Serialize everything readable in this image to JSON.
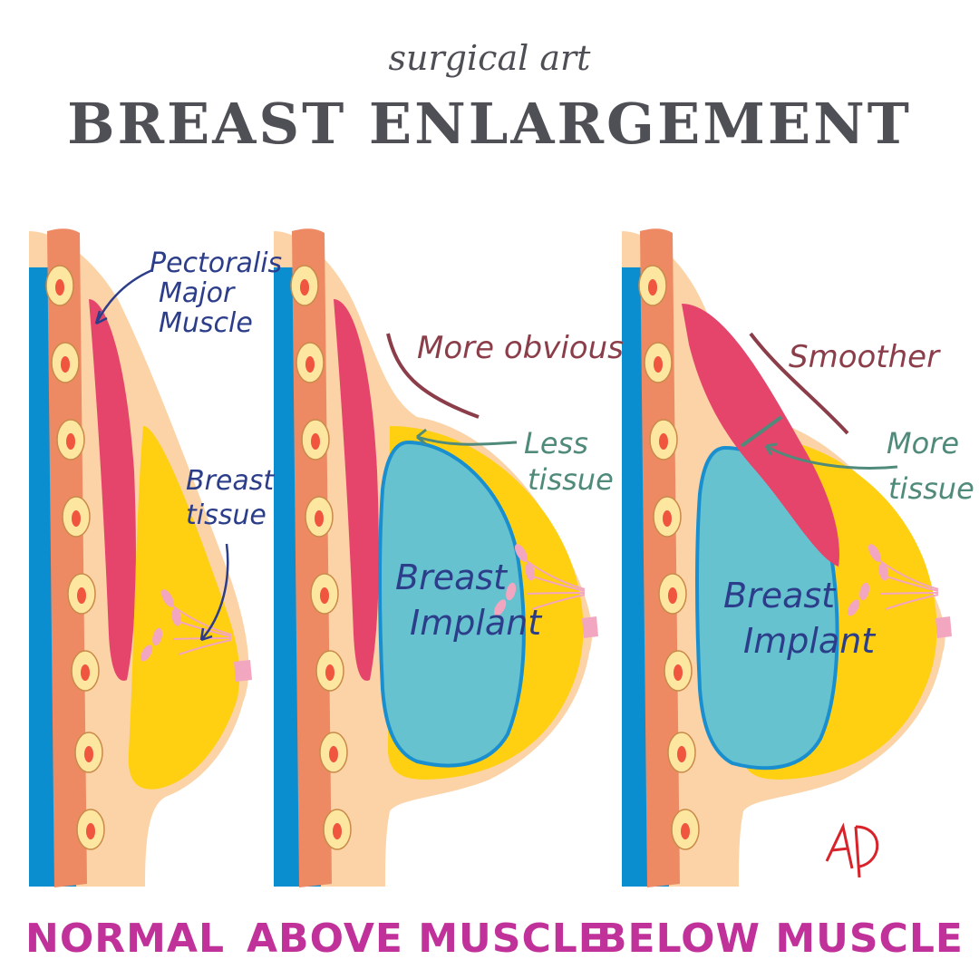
{
  "header": {
    "subtitle": "surgical art",
    "title": "BREAST ENLARGEMENT"
  },
  "panels": {
    "normal": {
      "label": "NORMAL",
      "annotation_muscle": [
        "Pectoralis",
        "Major",
        "Muscle"
      ],
      "annotation_tissue": [
        "Breast",
        "tissue"
      ]
    },
    "above": {
      "label": "ABOVE MUSCLE",
      "annotation_profile": "More obvious",
      "annotation_tissue": [
        "Less",
        "tissue"
      ],
      "implant": [
        "Breast",
        "Implant"
      ]
    },
    "below": {
      "label": "BELOW MUSCLE",
      "annotation_profile": "Smoother",
      "annotation_tissue": [
        "More",
        "tissue"
      ],
      "implant": [
        "Breast",
        "Implant"
      ]
    }
  },
  "colors": {
    "skin": "#fbd3a6",
    "ribs": "#ee8a63",
    "bone": "#fde7a0",
    "marrow": "#f0553f",
    "chest_wall": "#0b8ed0",
    "muscle": "#e5456a",
    "fat": "#ffd012",
    "gland": "#f3a6bf",
    "implant": "#66c2cf",
    "implant_edge": "#1a8fcf",
    "annotation_blue": "#2c3d8a",
    "annotation_brown": "#8b3e4a",
    "annotation_green": "#4f8a7a",
    "label_magenta": "#c0329a"
  }
}
